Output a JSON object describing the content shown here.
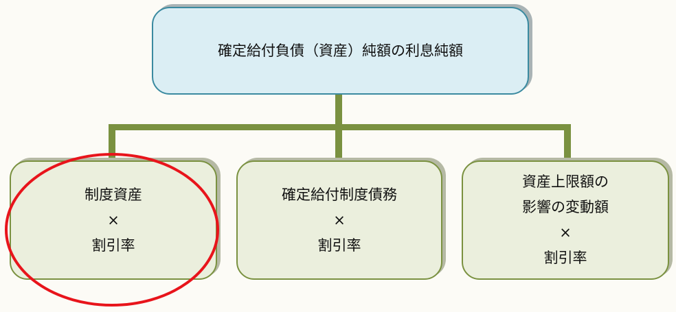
{
  "root": {
    "label": "確定給付負債（資産）純額の利息純額"
  },
  "children": [
    {
      "lines": [
        "制度資産",
        "×",
        "割引率"
      ],
      "highlighted": true
    },
    {
      "lines": [
        "確定給付制度債務",
        "×",
        "割引率"
      ],
      "highlighted": false
    },
    {
      "lines": [
        "資産上限額の",
        "影響の変動額",
        "×",
        "割引率"
      ],
      "highlighted": false
    }
  ],
  "colors": {
    "connector": "#7a9140",
    "highlight": "#e8141b",
    "root_fill": "#dbeef4",
    "child_fill": "#ebefdd"
  }
}
